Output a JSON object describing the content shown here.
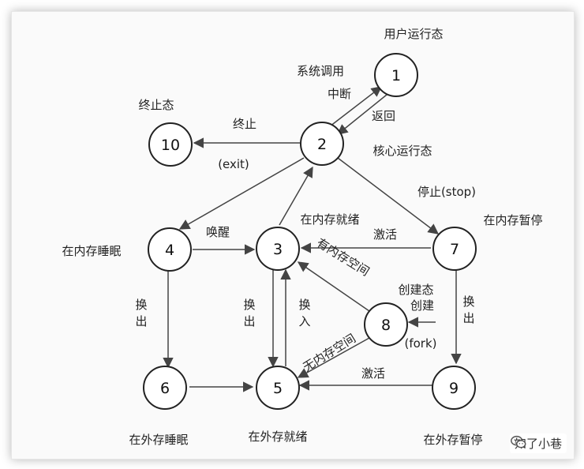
{
  "nodes": [
    {
      "id": "1",
      "label": "1",
      "caption": "用户运行态"
    },
    {
      "id": "2",
      "label": "2",
      "caption": "核心运行态"
    },
    {
      "id": "3",
      "label": "3",
      "caption": "在内存就绪"
    },
    {
      "id": "4",
      "label": "4",
      "caption": "在内存睡眠"
    },
    {
      "id": "5",
      "label": "5",
      "caption": "在外存就绪"
    },
    {
      "id": "6",
      "label": "6",
      "caption": "在外存睡眠"
    },
    {
      "id": "7",
      "label": "7",
      "caption": "在内存暂停"
    },
    {
      "id": "8",
      "label": "8",
      "caption": "创建态"
    },
    {
      "id": "9",
      "label": "9",
      "caption": "在外存暂停"
    },
    {
      "id": "10",
      "label": "10",
      "caption": "终止态"
    }
  ],
  "edges": {
    "syscall": "系统调用",
    "interrupt": "中断",
    "return": "返回",
    "terminate": "终止",
    "exit": "(exit)",
    "stop": "停止(stop)",
    "wakeup": "唤醒",
    "activate_mem": "激活",
    "has_mem": "有内存空间",
    "no_mem": "无内存空间",
    "create": "创建",
    "fork": "(fork)",
    "swapout_left": "换出",
    "swapout_mid": "换出",
    "swapin": "换入",
    "swapout_right": "换出",
    "activate_ext": "激活"
  },
  "watermark": "知了小巷",
  "colors": {
    "line": "#444444",
    "text": "#222222",
    "node_stroke": "#222222",
    "watermark_icon": "#555555"
  }
}
